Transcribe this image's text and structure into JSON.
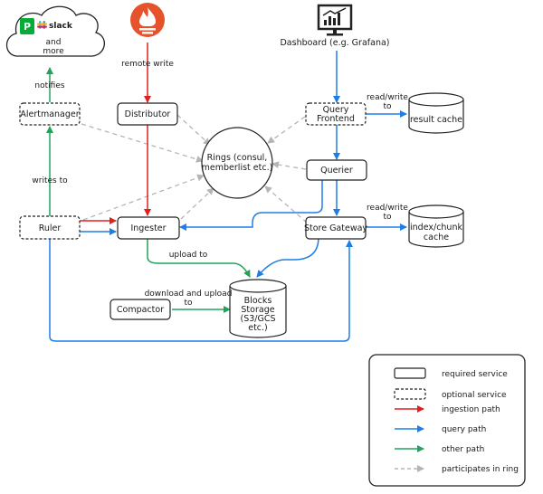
{
  "colors": {
    "ingestion": "#e02020",
    "query": "#1e7ee8",
    "other": "#21a35a",
    "ring": "#b5b5b5",
    "stroke": "#222222",
    "prometheus": "#e6522c",
    "pagerduty": "#06ac38"
  },
  "nodes": {
    "notify_cloud": {
      "and_more": "and more",
      "slack": "slack",
      "pagerduty_glyph": "P"
    },
    "prometheus": {
      "icon": "prometheus-icon"
    },
    "dashboard": {
      "label": "Dashboard (e.g. Grafana)",
      "icon": "dashboard-chart-icon"
    },
    "alertmanager": {
      "label": "Alertmanager"
    },
    "distributor": {
      "label": "Distributor"
    },
    "query_frontend": {
      "line1": "Query",
      "line2": "Frontend"
    },
    "result_cache": {
      "label": "result cache"
    },
    "rings": {
      "line1": "Rings (consul,",
      "line2": "memberlist etc.)"
    },
    "querier": {
      "label": "Querier"
    },
    "ruler": {
      "label": "Ruler"
    },
    "ingester": {
      "label": "Ingester"
    },
    "store_gateway": {
      "label": "Store Gateway"
    },
    "index_cache": {
      "line1": "index/chunk",
      "line2": "cache"
    },
    "compactor": {
      "label": "Compactor"
    },
    "blocks_storage": {
      "line1": "Blocks",
      "line2": "Storage",
      "line3": "(S3/GCS",
      "line4": "etc.)"
    }
  },
  "edge_labels": {
    "notifies": "notifies",
    "remote_write": "remote write",
    "writes_to": "writes to",
    "read_write_1": {
      "line1": "read/write",
      "line2": "to"
    },
    "read_write_2": {
      "line1": "read/write",
      "line2": "to"
    },
    "upload_to": "upload to",
    "download_upload": {
      "line1": "download and upload",
      "line2": "to"
    }
  },
  "legend": {
    "required": "required service",
    "optional": "optional service",
    "ingestion": "ingestion path",
    "query": "query path",
    "other": "other path",
    "ring": "participates in ring"
  }
}
